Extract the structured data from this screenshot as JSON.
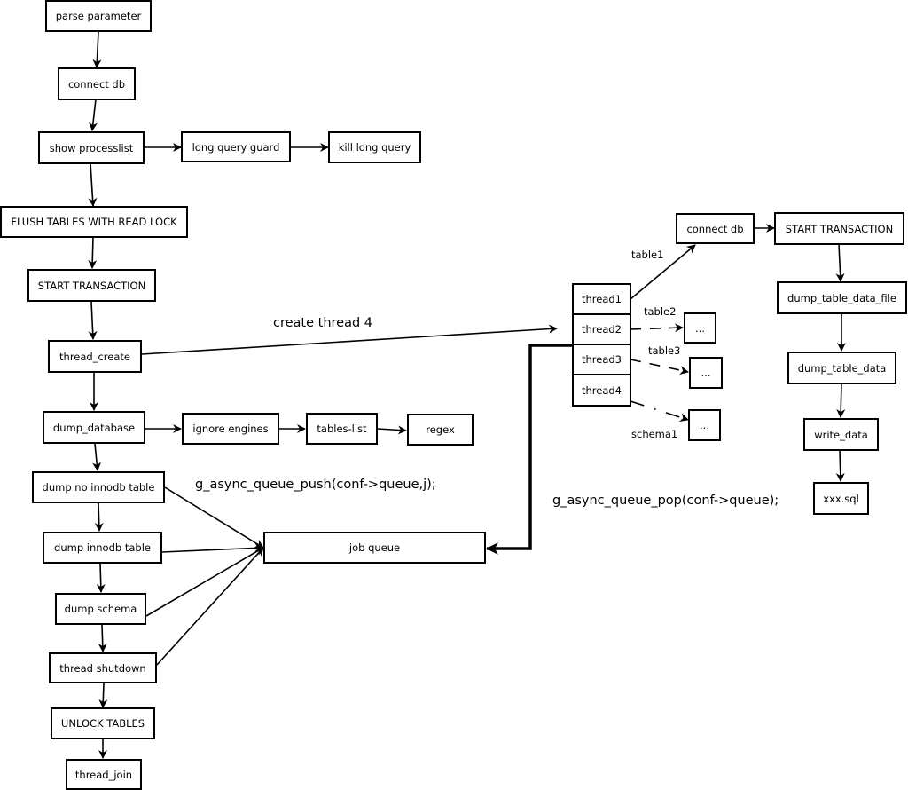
{
  "main_flow": {
    "parse_parameter": "parse parameter",
    "connect_db": "connect db",
    "show_processlist": "show processlist",
    "long_query_guard": "long query guard",
    "kill_long_query": "kill long query",
    "flush_tables": "FLUSH TABLES WITH READ LOCK",
    "start_transaction": "START TRANSACTION",
    "thread_create": "thread_create",
    "dump_database": "dump_database",
    "ignore_engines": "ignore engines",
    "tables_list": "tables-list",
    "regex": "regex",
    "dump_no_innodb_table": "dump no innodb table",
    "dump_innodb_table": "dump innodb table",
    "dump_schema": "dump schema",
    "thread_shutdown": "thread shutdown",
    "unlock_tables": "UNLOCK TABLES",
    "thread_join": "thread_join"
  },
  "queue": {
    "job_queue": "job queue",
    "push_call": "g_async_queue_push(conf->queue,j);",
    "pop_call": "g_async_queue_pop(conf->queue);",
    "create_thread_label": "create thread 4"
  },
  "threads": {
    "thread1": "thread1",
    "thread2": "thread2",
    "thread3": "thread3",
    "thread4": "thread4",
    "table1": "table1",
    "table2": "table2",
    "table3": "table3",
    "schema1": "schema1",
    "ellipsis": "..."
  },
  "worker_flow": {
    "connect_db": "connect db",
    "start_transaction": "START TRANSACTION",
    "dump_table_data_file": "dump_table_data_file",
    "dump_table_data": "dump_table_data",
    "write_data": "write_data",
    "output_file": "xxx.sql"
  }
}
